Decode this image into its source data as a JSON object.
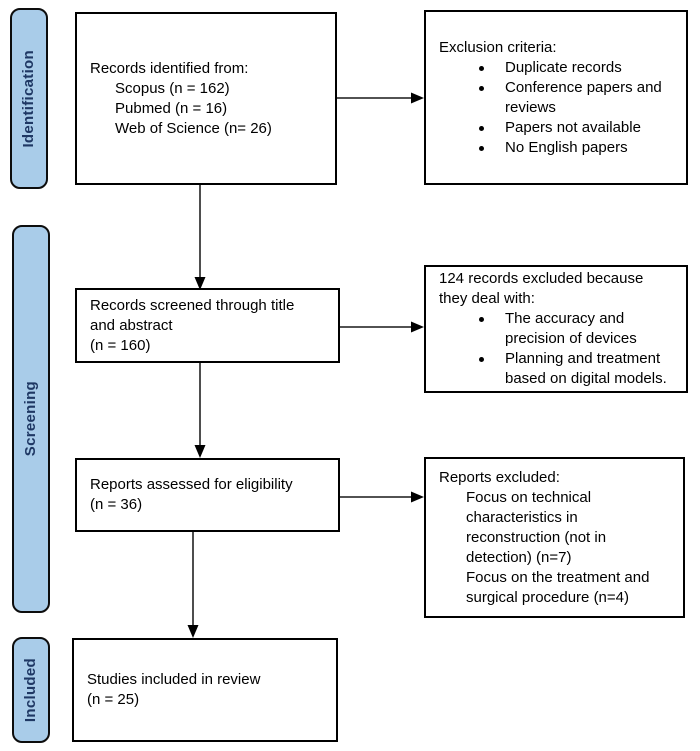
{
  "colors": {
    "stage_fill": "#a9cce9",
    "stage_text": "#1f3864",
    "box_border": "#000000",
    "arrow_color": "#3a3a3a"
  },
  "stages": [
    {
      "label": "Identification"
    },
    {
      "label": "Screening"
    },
    {
      "label": "Included"
    }
  ],
  "boxes": {
    "records_identified": {
      "title": "Records identified from:",
      "items": [
        "Scopus (n = 162)",
        "Pubmed (n = 16)",
        "Web of Science (n= 26)"
      ]
    },
    "exclusion_criteria": {
      "title": "Exclusion criteria:",
      "bullets": [
        "Duplicate records",
        "Conference papers and reviews",
        "Papers not available",
        "No English papers"
      ]
    },
    "records_screened": {
      "line1": "Records screened through title and abstract",
      "line2": "(n = 160)"
    },
    "records_excluded": {
      "title": "124 records excluded because they deal with:",
      "bullets": [
        "The accuracy and precision of devices",
        "Planning and treatment based on digital models."
      ]
    },
    "reports_assessed": {
      "line1": "Reports assessed for eligibility",
      "line2": "(n = 36)"
    },
    "reports_excluded": {
      "title": "Reports excluded:",
      "items": [
        "Focus on technical characteristics in reconstruction (not in detection) (n=7)",
        "Focus on the treatment and surgical procedure (n=4)"
      ]
    },
    "studies_included": {
      "line1": "Studies included in review",
      "line2": "(n = 25)"
    }
  }
}
